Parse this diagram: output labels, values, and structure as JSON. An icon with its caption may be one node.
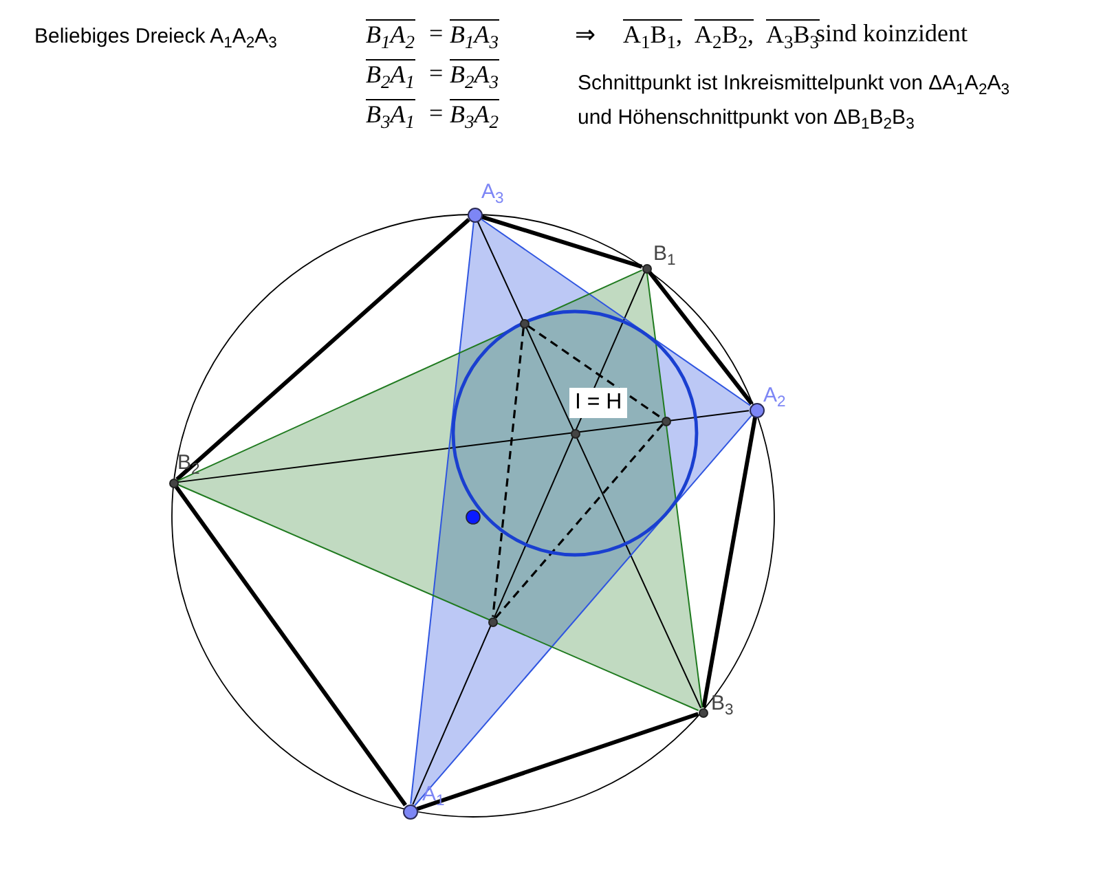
{
  "diagram": {
    "nodes": [
      {
        "text": [
          "A$_{3}$"
        ]
      },
      {
        "text": [
          "B$_{1}$"
        ]
      },
      {
        "text": [],
        "shape": "circle"
      },
      {
        "text": [
          "A$_{2}$"
        ]
      },
      {
        "text": [],
        "shape": "circle"
      },
      {
        "text": [],
        "shape": "circle",
        "beside": [
          "I = H"
        ]
      },
      {
        "text": [
          "B$_{2}$"
        ]
      },
      {
        "text": [],
        "shape": "circle"
      },
      {
        "text": [
          "B$_{3}$"
        ]
      },
      {
        "text": [
          "A$_{1}$"
        ]
      }
    ],
    "edges": [
      {
        "from": 0,
        "to": 1,
        "arrow": "none",
        "style": "thick"
      },
      {
        "from": 1,
        "to": 3,
        "arrow": "none",
        "style": "thick"
      },
      {
        "from": 3,
        "to": 8,
        "arrow": "none",
        "style": "thick"
      },
      {
        "from": 8,
        "to": 9,
        "arrow": "none",
        "style": "thick"
      },
      {
        "from": 9,
        "to": 6,
        "arrow": "none",
        "style": "thick"
      },
      {
        "from": 6,
        "to": 0,
        "arrow": "none",
        "style": "thick"
      },
      {
        "from": 0,
        "to": 8,
        "arrow": "none"
      },
      {
        "from": 1,
        "to": 9,
        "arrow": "none"
      },
      {
        "from": 6,
        "to": 3,
        "arrow": "none"
      },
      {
        "from": 9,
        "to": 3,
        "arrow": "none",
        "color": "#2f55e0"
      },
      {
        "from": 3,
        "to": 0,
        "arrow": "none",
        "color": "#2f55e0"
      },
      {
        "from": 0,
        "to": 9,
        "arrow": "none",
        "color": "#2f55e0"
      },
      {
        "from": 1,
        "to": 6,
        "arrow": "none",
        "color": "#1f7a1f"
      },
      {
        "from": 6,
        "to": 8,
        "arrow": "none",
        "color": "#1f7a1f"
      },
      {
        "from": 8,
        "to": 1,
        "arrow": "none",
        "color": "#1f7a1f"
      },
      {
        "from": 2,
        "to": 4,
        "arrow": "none",
        "style": "dashed"
      },
      {
        "from": 2,
        "to": 7,
        "arrow": "none",
        "style": "dashed"
      },
      {
        "from": 4,
        "to": 7,
        "arrow": "none",
        "style": "dashed"
      }
    ],
    "labels": [
      "Beliebiges Dreieck A$_{1}$A$_{2}$A$_{3}$",
      "B$_{1}$A$_{2}$",
      "=",
      "B$_{1}$A$_{3}$",
      "B$_{2}$A$_{1}$",
      "=",
      "B$_{2}$A$_{3}$",
      "B$_{3}$A$_{1}$",
      "=",
      "B$_{3}$A$_{2}$",
      "⇒",
      "A$_{1}$B$_{1}$,",
      "A$_{2}$B$_{2}$,",
      "A$_{3}$B$_{3}$",
      "sind koinzident",
      "Schnittpunkt ist Inkreismittelpunkt von ΔA$_{1}$A$_{2}$A$_{3}$",
      "und Höhenschnittpunkt von ΔB$_{1}$B$_{2}$B$_{3}$"
    ]
  }
}
